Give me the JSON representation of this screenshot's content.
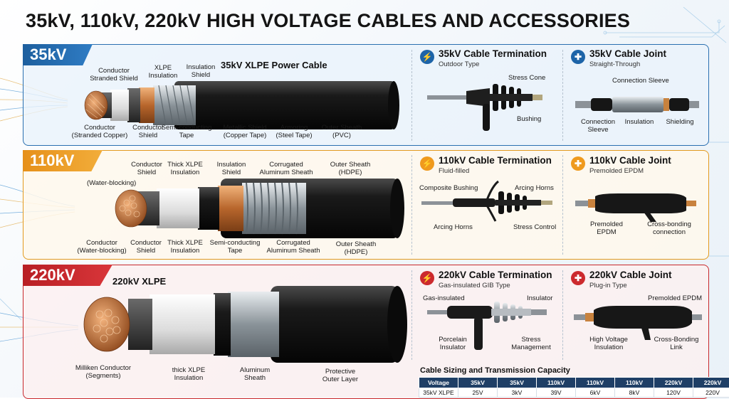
{
  "page": {
    "title": "35kV, 110kV, 220kV HIGH VOLTAGE CABLES AND ACCESSORIES"
  },
  "colors": {
    "blue": "#2a6fb0",
    "orange": "#e39a1e",
    "red": "#c8282c",
    "copper": "#c87a3e",
    "jacket": "#1c1c1c"
  },
  "s35": {
    "tab": "35kV",
    "cable_title": "35kV XLPE Power Cable",
    "labels": {
      "conductor_shield_top": "Conductor\nStranded Shield",
      "xlpe_top": "XLPE\nInsulation",
      "insulation_shield_top": "Insulation\nShield",
      "conductor_bottom": "Conductor\n(Stranded Copper)",
      "conductor_shield_bottom": "Conductor\nShield",
      "semi_tape": "Semi-conducting\nTape",
      "metallic_shield": "Metallic Shield\n(Copper Tape)",
      "armoring": "Armoring\n(Steel Tape)",
      "outer_sheath": "Outer Sheath\n(PVC)"
    },
    "termination": {
      "title": "35kV Cable Termination",
      "subtitle": "Outdoor Type",
      "stress_cone": "Stress Cone",
      "bushing": "Bushing"
    },
    "joint": {
      "title": "35kV Cable Joint",
      "subtitle": "Straight-Through",
      "sleeve_top": "Connection Sleeve",
      "sleeve_bottom": "Connection\nSleeve",
      "insulation": "Insulation",
      "shielding": "Shielding"
    }
  },
  "s110": {
    "tab": "110kV",
    "labels": {
      "water_blocking": "(Water-blocking)",
      "conductor_shield_top": "Conductor\nShield",
      "thick_xlpe_top": "Thick XLPE\nInsulation",
      "insulation_shield_top": "Insulation\nShield",
      "corrugated_top": "Corrugated\nAluminum Sheath",
      "outer_top": "Outer Sheath\n(HDPE)",
      "conductor_bottom": "Conductor\n(Water-blocking)",
      "conductor_shield_bottom": "Conductor\nShield",
      "thick_xlpe_bottom": "Thick XLPE\nInsulation",
      "semi_tape": "Semi-conducting\nTape",
      "corrugated_bottom": "Corrugated\nAluminum Sheath",
      "outer_bottom": "Outer Sheath\n(HDPE)"
    },
    "termination": {
      "title": "110kV Cable Termination",
      "subtitle": "Fluid-filled",
      "composite_bushing": "Composite Bushing",
      "arcing_horns_top": "Arcing Horns",
      "arcing_horns_bottom": "Arcing Horns",
      "stress_control": "Stress Control"
    },
    "joint": {
      "title": "110kV Cable Joint",
      "subtitle": "Premolded EPDM",
      "premolded": "Premolded\nEPDM",
      "cross_bonding": "Cross-bonding\nconnection"
    }
  },
  "s220": {
    "tab": "220kV",
    "cable_title": "220kV XLPE",
    "labels": {
      "milliken": "Milliken Conductor\n(Segments)",
      "thick_xlpe": "thick XLPE\nInsulation",
      "aluminum": "Aluminum\nSheath",
      "protective": "Protective\nOuter Layer"
    },
    "termination": {
      "title": "220kV Cable Termination",
      "subtitle": "Gas-insulated GIB Type",
      "gas_insulated": "Gas-insulated",
      "insulator": "Insulator",
      "porcelain": "Porcelain\nInsulator",
      "stress_mgmt": "Stress\nManagement"
    },
    "joint": {
      "title": "220kV Cable Joint",
      "subtitle": "Plug-in Type",
      "premolded": "Premolded EPDM",
      "hv_insulation": "High Voltage\nInsulation",
      "cross_bonding": "Cross-Bonding\nLink"
    }
  },
  "capacity_table": {
    "title": "Cable Sizing and Transmission Capacity",
    "headers": [
      "Voltage",
      "35kV",
      "35kV",
      "110kV",
      "110kV",
      "110kV",
      "220kV",
      "220kV"
    ],
    "rows": [
      [
        "35kV XLPE",
        "25V",
        "3kV",
        "39V",
        "6kV",
        "8kV",
        "120V",
        "220V"
      ]
    ]
  }
}
